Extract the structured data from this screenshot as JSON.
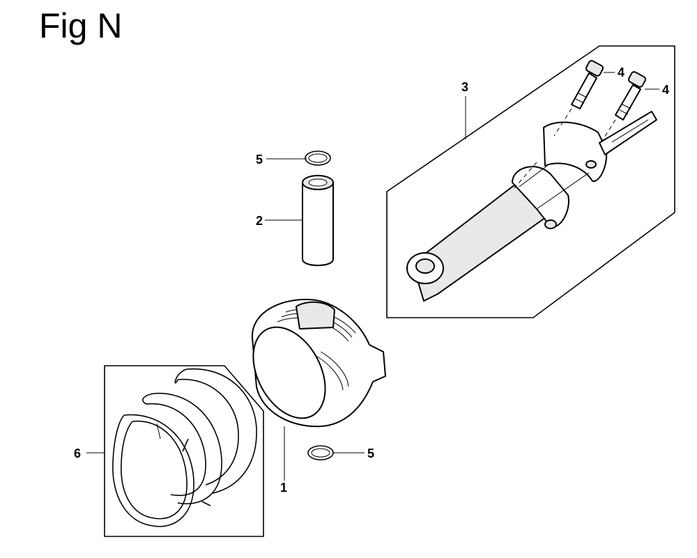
{
  "figure": {
    "title": "Fig N"
  },
  "callouts": {
    "piston": "1",
    "piston_pin": "2",
    "connecting_rod": "3",
    "bolt_left": "4",
    "bolt_right": "4",
    "clip_top": "5",
    "clip_bottom": "5",
    "piston_rings": "6"
  }
}
